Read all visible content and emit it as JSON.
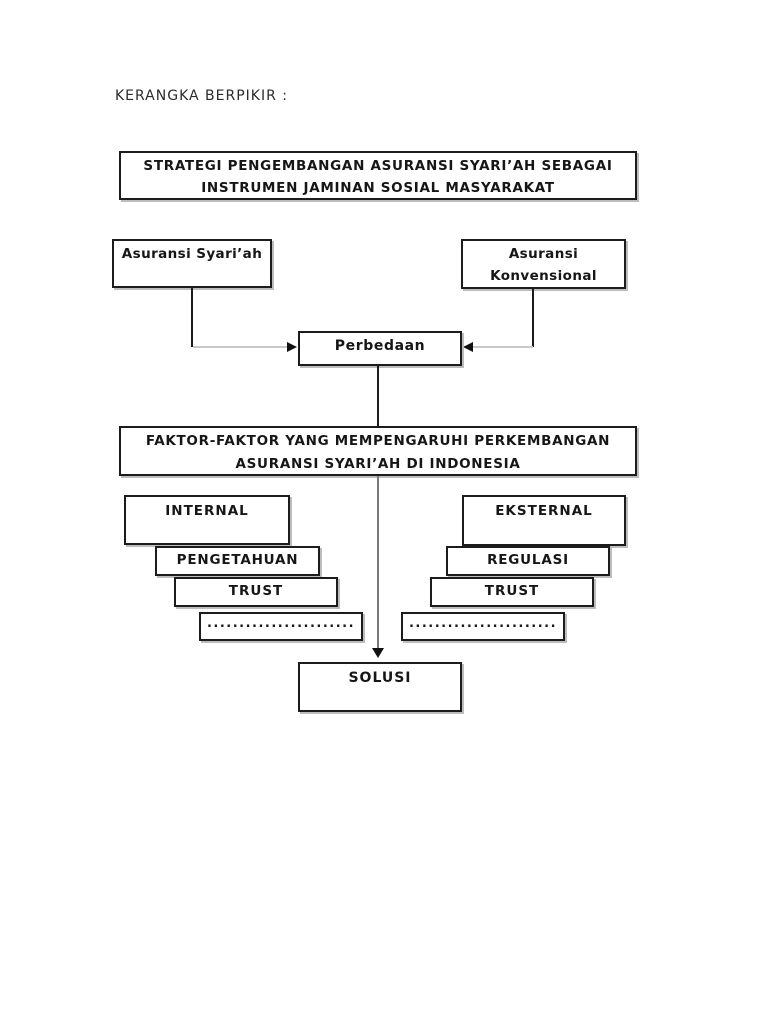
{
  "page": {
    "heading": "KERANGKA BERPIKIR :"
  },
  "diagram": {
    "strategy": {
      "line1": "STRATEGI PENGEMBANGAN ASURANSI SYARI’AH SEBAGAI",
      "line2": "INSTRUMEN JAMINAN SOSIAL MASYARAKAT"
    },
    "syariah": {
      "label": "Asuransi Syari’ah"
    },
    "konvensional": {
      "line1": "Asuransi",
      "line2": "Konvensional"
    },
    "perbedaan": {
      "label": "Perbedaan"
    },
    "faktor": {
      "line1": "FAKTOR-FAKTOR YANG MEMPENGARUHI PERKEMBANGAN",
      "line2": "ASURANSI SYARI’AH DI INDONESIA"
    },
    "left_column": {
      "header": "INTERNAL",
      "items": [
        "PENGETAHUAN",
        "TRUST",
        "......................."
      ]
    },
    "right_column": {
      "header": "EKSTERNAL",
      "items": [
        "REGULASI",
        "TRUST",
        "......................."
      ]
    },
    "solusi": {
      "label": "SOLUSI"
    },
    "colors": {
      "background": "#ffffff",
      "box_border": "#1c1c1c",
      "box_shadow": "#bdbdbd",
      "connector_dark": "#1c1c1c",
      "connector_light": "#c9c9c9",
      "text": "#161616"
    }
  }
}
